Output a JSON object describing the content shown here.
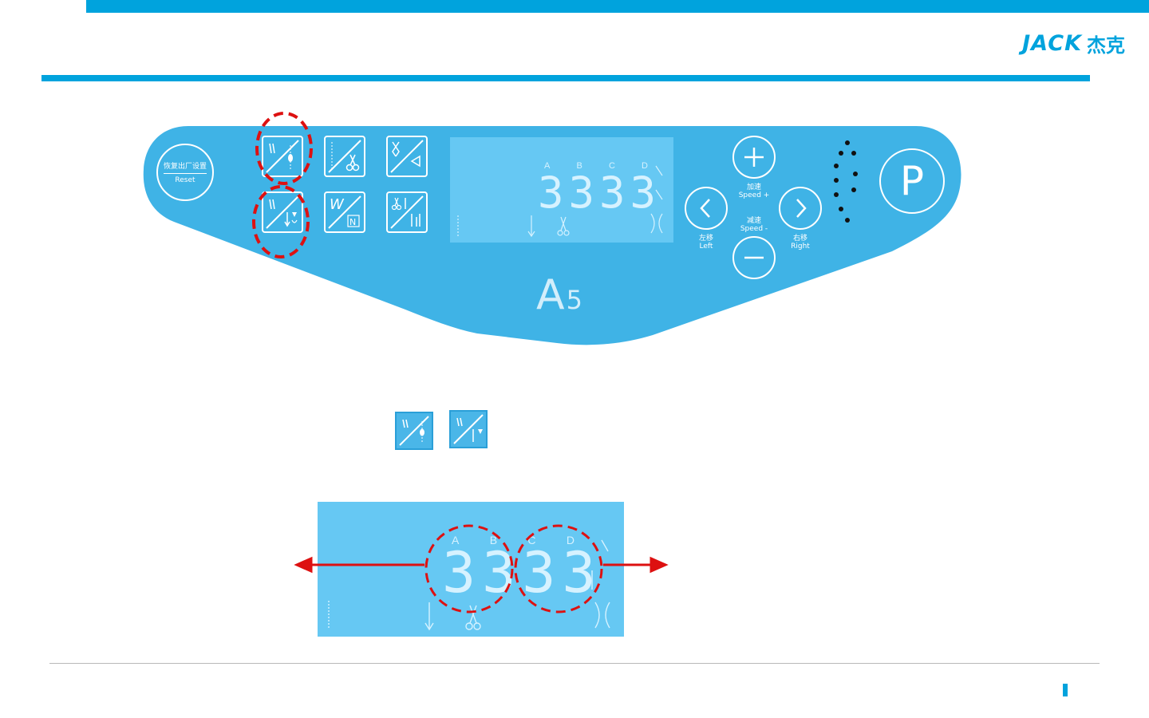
{
  "brand": {
    "logo_text": "JACK",
    "logo_cn": "杰克"
  },
  "colors": {
    "accent": "#00a3dd",
    "panel": "#3fb3e6",
    "lcd": "#66c8f3",
    "annotation": "#dd1111"
  },
  "panel": {
    "reset_button": {
      "label_cn": "恢复出厂设置",
      "label_en": "Reset"
    },
    "speed_plus": {
      "label_cn": "加速",
      "label_en": "Speed +"
    },
    "speed_minus": {
      "label_cn": "减速",
      "label_en": "Speed -"
    },
    "left_button": {
      "label_cn": "左移",
      "label_en": "Left"
    },
    "right_button": {
      "label_cn": "右移",
      "label_en": "Right"
    },
    "p_button": {
      "label": "P"
    },
    "lcd": {
      "letters": [
        "A",
        "B",
        "C",
        "D"
      ],
      "digits": "3333"
    },
    "model": {
      "letter": "A",
      "number": "5"
    },
    "function_keys": [
      {
        "name": "start-backtack-key"
      },
      {
        "name": "trim-key"
      },
      {
        "name": "presser-foot-key"
      },
      {
        "name": "end-backtack-key"
      },
      {
        "name": "w-stitch-key"
      },
      {
        "name": "thread-trim-key"
      }
    ]
  },
  "enlarged_lcd": {
    "letters": [
      "A",
      "B",
      "C",
      "D"
    ],
    "digits": "3333"
  }
}
